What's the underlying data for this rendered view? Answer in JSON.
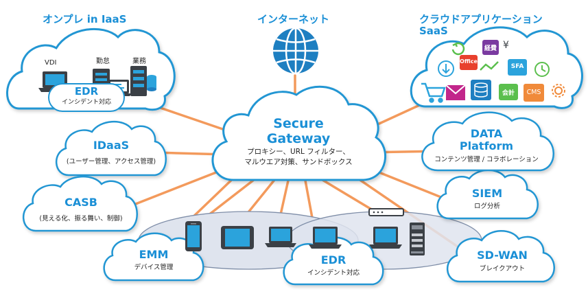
{
  "sections": {
    "onprem": "オンプレ in IaaS",
    "internet": "インターネット",
    "saas_line1": "クラウドアプリケーション",
    "saas_line2": "SaaS"
  },
  "center": {
    "title_line1": "Secure",
    "title_line2": "Gateway",
    "sub_line1": "プロキシー、URL フィルター、",
    "sub_line2": "マルウエア対策、サンドボックス"
  },
  "onprem": {
    "vdi": "VDI",
    "attendance": "勤怠",
    "business": "業務",
    "edr_title": "EDR",
    "edr_sub": "インシデント対応"
  },
  "nodes": {
    "idaas": {
      "title": "IDaaS",
      "sub": "(ユーザー管理、アクセス管理)"
    },
    "casb": {
      "title": "CASB",
      "sub": "(見える化、振る舞い、制御)"
    },
    "emm": {
      "title": "EMM",
      "sub": "デバイス管理"
    },
    "edr_bottom": {
      "title": "EDR",
      "sub": "インシデント対応"
    },
    "sdwan": {
      "title": "SD-WAN",
      "sub": "ブレイクアウト"
    },
    "siem": {
      "title": "SIEM",
      "sub": "ログ分析"
    },
    "data_platform": {
      "title_line1": "DATA",
      "title_line2": "Platform",
      "sub": "コンテンツ管理 / コラボレーション"
    }
  },
  "saas_apps": {
    "office": "Office",
    "expense": "経費",
    "sfa": "SFA",
    "accounting": "会計",
    "cms": "CMS",
    "yen": "¥"
  },
  "colors": {
    "accent_blue": "#1a8fd6",
    "cloud_stroke": "#2196d3",
    "connector_orange": "#f39a5c",
    "device_dark": "#3b4046",
    "screen_blue": "#2ba3dc",
    "ellipse_fill": "#dfe4ee"
  }
}
